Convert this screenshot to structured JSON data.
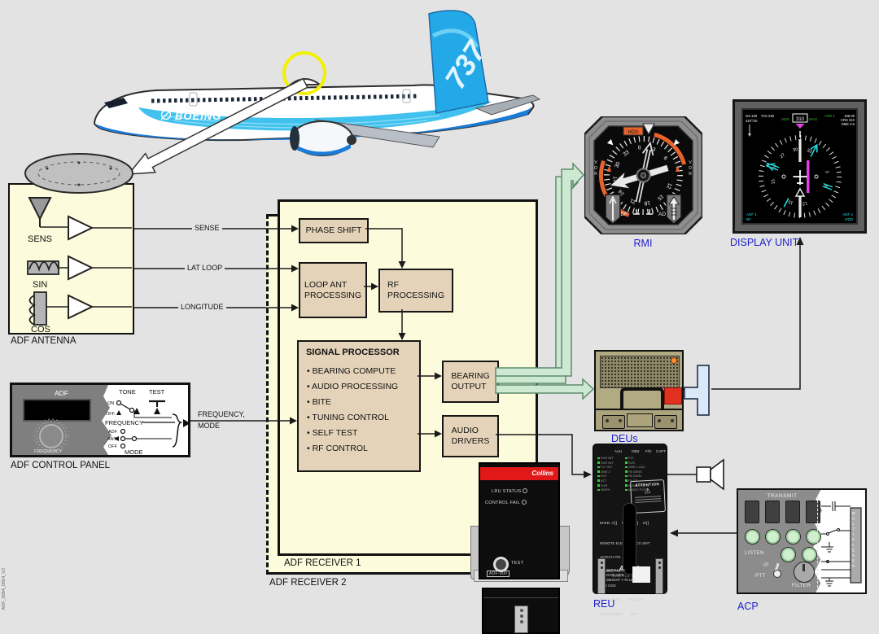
{
  "doc_code": "ADF_0084_0054_V2",
  "aircraft": {
    "brand": "BOEING",
    "model": "737"
  },
  "antenna": {
    "title": "ADF ANTENNA",
    "sens": "SENS",
    "sin": "SIN",
    "cos": "COS"
  },
  "signals": {
    "sense": "SENSE",
    "lat_loop": "LAT LOOP",
    "longitude": "LONGITUDE",
    "freq_mode": "FREQUENCY,\nMODE"
  },
  "control_panel": {
    "title": "ADF CONTROL PANEL",
    "header": "ADF",
    "tone": "TONE",
    "on": "ON",
    "off": "OFF",
    "test": "TEST",
    "frequency": "FREQUENCY",
    "adf": "ADF",
    "ant": "ANT",
    "off2": "OFF",
    "mode": "MODE",
    "knob_label": "FREQUENCY"
  },
  "receiver": {
    "r1": "ADF RECEIVER 1",
    "r2": "ADF RECEIVER 2",
    "phase_shift": "PHASE SHIFT",
    "loop_ant": "LOOP ANT\nPROCESSING",
    "rf": "RF\nPROCESSING",
    "sp_title": "SIGNAL PROCESSOR",
    "sp_items": [
      "BEARING COMPUTE",
      "AUDIO PROCESSING",
      "BITE",
      "TUNING CONTROL",
      "SELF TEST",
      "RF CONTROL"
    ],
    "bearing_output": "BEARING\nOUTPUT",
    "audio_drivers": "AUDIO\nDRIVERS"
  },
  "receiver_hw": {
    "brand": "Collins",
    "lru_status": "LRU STATUS",
    "control_fail": "CONTROL FAIL",
    "test": "TEST",
    "model": "ADF-900"
  },
  "rmi": {
    "label": "RMI",
    "hdg": "HDG",
    "vor": "VOR",
    "adf_left": "ADF",
    "adf_right": "ADF",
    "numbers": [
      "0",
      "3",
      "6",
      "12",
      "15",
      "18",
      "21",
      "24",
      "27",
      "30",
      "33"
    ]
  },
  "display_unit": {
    "label": "DISPLAY UNIT",
    "gs": "GS 230",
    "tas": "TAS 240",
    "wind": "310°/10",
    "hdg": "HDG",
    "hdg_value": "310",
    "mag": "MAG",
    "vor": "VOR 1",
    "freq": "108.00",
    "crs": "CRS 310",
    "dme": "DME 3.5",
    "adf1": "ADF 1",
    "adf1_id": "BF",
    "adf2": "ADF 2",
    "adf2_id": "ODD",
    "numbers": [
      "30",
      "33",
      "3",
      "6",
      "12",
      "15",
      "21",
      "24",
      "27"
    ]
  },
  "deus": {
    "label": "DEUs"
  },
  "reu": {
    "label": "REU",
    "headers": [
      "AAU",
      "OBS",
      "F/O",
      "CAPT"
    ],
    "led_lines": [
      "SVR INT",
      "SVR INT",
      "FLT INT",
      "ONE 2",
      "EXT",
      "ATT",
      "SVR",
      "HDPH",
      "PLT",
      "SVR",
      "ONE 1 ADJ",
      "PA SENS",
      "PA GAIN",
      "PA ST",
      "AUDIO POT 1",
      "AUDIO POT 2"
    ],
    "attention": "ATTENTION",
    "mod_line": "MOD A[]   B[]   C[]   D[]",
    "spec_lines": [
      "REMOTE ELECTRONICS UNIT",
      "AVTECH P/N",
      "BOEING P/N",
      "TSO C50c",
      "RTCA DO-16        ENV CAT",
      "B2AKXXXXFX        AA2"
    ],
    "logo": "Avtech",
    "logo_sub": "SEATTLE WA  USA",
    "bottom_lines": [
      "SERIAL NO.",
      "DATE MFD",
      "WEIGHT 7.75 LBS"
    ]
  },
  "acp": {
    "label": "ACP",
    "transmit": "TRANSMIT",
    "listen": "LISTEN",
    "ip": "IP",
    "ptt": "PTT",
    "filter": "FILTER",
    "multiplexer": "MULTIPLEXER"
  }
}
